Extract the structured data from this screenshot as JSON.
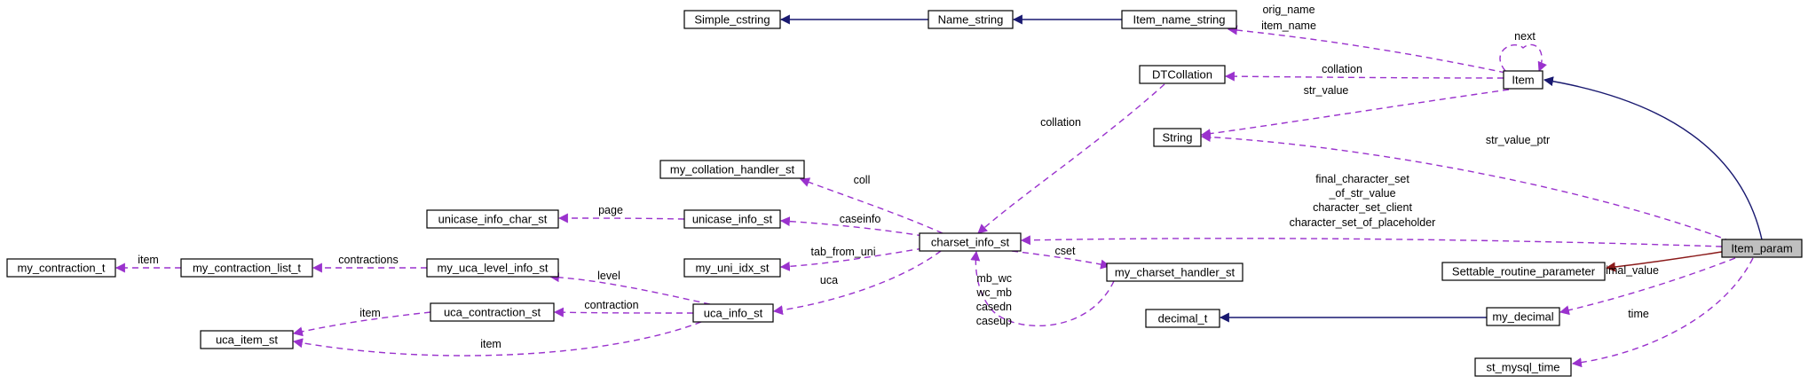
{
  "colors": {
    "usage": "#9a32cd",
    "inherit_public": "#191970",
    "inherit_protected": "#8b1a1a",
    "node_fill": "#ffffff",
    "node_highlight": "#bfbfbf"
  },
  "nodes": [
    {
      "id": "Simple_cstring",
      "label": "Simple_cstring"
    },
    {
      "id": "Name_string",
      "label": "Name_string"
    },
    {
      "id": "Item_name_string",
      "label": "Item_name_string"
    },
    {
      "id": "Item",
      "label": "Item"
    },
    {
      "id": "DTCollation",
      "label": "DTCollation"
    },
    {
      "id": "String",
      "label": "String"
    },
    {
      "id": "my_collation_handler_st",
      "label": "my_collation_handler_st"
    },
    {
      "id": "unicase_info_char_st",
      "label": "unicase_info_char_st"
    },
    {
      "id": "unicase_info_st",
      "label": "unicase_info_st"
    },
    {
      "id": "charset_info_st",
      "label": "charset_info_st"
    },
    {
      "id": "my_contraction_t",
      "label": "my_contraction_t"
    },
    {
      "id": "my_contraction_list_t",
      "label": "my_contraction_list_t"
    },
    {
      "id": "my_uca_level_info_st",
      "label": "my_uca_level_info_st"
    },
    {
      "id": "my_uni_idx_st",
      "label": "my_uni_idx_st"
    },
    {
      "id": "my_charset_handler_st",
      "label": "my_charset_handler_st"
    },
    {
      "id": "uca_contraction_st",
      "label": "uca_contraction_st"
    },
    {
      "id": "uca_info_st",
      "label": "uca_info_st"
    },
    {
      "id": "uca_item_st",
      "label": "uca_item_st"
    },
    {
      "id": "decimal_t",
      "label": "decimal_t"
    },
    {
      "id": "my_decimal",
      "label": "my_decimal"
    },
    {
      "id": "Item_param",
      "label": "Item_param",
      "highlight": true
    },
    {
      "id": "Settable_routine_parameter",
      "label": "Settable_routine_parameter"
    },
    {
      "id": "st_mysql_time",
      "label": "st_mysql_time"
    }
  ],
  "edges": [
    {
      "id": "e_name_simple",
      "from": "Name_string",
      "to": "Simple_cstring",
      "kind": "inherit_public",
      "label": []
    },
    {
      "id": "e_itemname_name",
      "from": "Item_name_string",
      "to": "Name_string",
      "kind": "inherit_public",
      "label": []
    },
    {
      "id": "e_item_itemname",
      "from": "Item",
      "to": "Item_name_string",
      "kind": "usage",
      "label": [
        "orig_name",
        "item_name"
      ]
    },
    {
      "id": "e_item_next",
      "from": "Item",
      "to": "Item",
      "kind": "usage",
      "label": [
        "next"
      ]
    },
    {
      "id": "e_item_dtc",
      "from": "Item",
      "to": "DTCollation",
      "kind": "usage",
      "label": [
        "collation"
      ]
    },
    {
      "id": "e_item_string",
      "from": "Item",
      "to": "String",
      "kind": "usage",
      "label": [
        "str_value"
      ]
    },
    {
      "id": "e_dtc_charset",
      "from": "DTCollation",
      "to": "charset_info_st",
      "kind": "usage",
      "label": [
        "collation"
      ]
    },
    {
      "id": "e_charset_collhandler",
      "from": "charset_info_st",
      "to": "my_collation_handler_st",
      "kind": "usage",
      "label": [
        "coll"
      ]
    },
    {
      "id": "e_charset_unicase",
      "from": "charset_info_st",
      "to": "unicase_info_st",
      "kind": "usage",
      "label": [
        "caseinfo"
      ]
    },
    {
      "id": "e_unicase_char",
      "from": "unicase_info_st",
      "to": "unicase_info_char_st",
      "kind": "usage",
      "label": [
        "page"
      ]
    },
    {
      "id": "e_charset_uniidx",
      "from": "charset_info_st",
      "to": "my_uni_idx_st",
      "kind": "usage",
      "label": [
        "tab_from_uni"
      ]
    },
    {
      "id": "e_charset_uca",
      "from": "charset_info_st",
      "to": "uca_info_st",
      "kind": "usage",
      "label": [
        "uca"
      ]
    },
    {
      "id": "e_charset_handler",
      "from": "charset_info_st",
      "to": "my_charset_handler_st",
      "kind": "usage",
      "label": [
        "cset"
      ]
    },
    {
      "id": "e_handler_charset",
      "from": "my_charset_handler_st",
      "to": "charset_info_st",
      "kind": "usage",
      "label": [
        "mb_wc",
        "wc_mb",
        "casedn",
        "caseup"
      ]
    },
    {
      "id": "e_uca_level",
      "from": "uca_info_st",
      "to": "my_uca_level_info_st",
      "kind": "usage",
      "label": [
        "level"
      ]
    },
    {
      "id": "e_level_list",
      "from": "my_uca_level_info_st",
      "to": "my_contraction_list_t",
      "kind": "usage",
      "label": [
        "contractions"
      ]
    },
    {
      "id": "e_list_contraction",
      "from": "my_contraction_list_t",
      "to": "my_contraction_t",
      "kind": "usage",
      "label": [
        "item"
      ]
    },
    {
      "id": "e_uca_contraction",
      "from": "uca_info_st",
      "to": "uca_contraction_st",
      "kind": "usage",
      "label": [
        "contraction"
      ]
    },
    {
      "id": "e_ucacontr_item",
      "from": "uca_contraction_st",
      "to": "uca_item_st",
      "kind": "usage",
      "label": [
        "item"
      ]
    },
    {
      "id": "e_uca_item",
      "from": "uca_info_st",
      "to": "uca_item_st",
      "kind": "usage",
      "label": [
        "item"
      ]
    },
    {
      "id": "e_param_item",
      "from": "Item_param",
      "to": "Item",
      "kind": "inherit_public",
      "label": []
    },
    {
      "id": "e_param_string",
      "from": "Item_param",
      "to": "String",
      "kind": "usage",
      "label": [
        "str_value_ptr"
      ]
    },
    {
      "id": "e_param_charset",
      "from": "Item_param",
      "to": "charset_info_st",
      "kind": "usage",
      "label": [
        "final_character_set",
        "_of_str_value",
        "character_set_client",
        "character_set_of_placeholder"
      ]
    },
    {
      "id": "e_param_settable",
      "from": "Item_param",
      "to": "Settable_routine_parameter",
      "kind": "inherit_protected",
      "label": []
    },
    {
      "id": "e_param_decimal",
      "from": "Item_param",
      "to": "my_decimal",
      "kind": "usage",
      "label": [
        "decimal_value"
      ]
    },
    {
      "id": "e_mydec_dect",
      "from": "my_decimal",
      "to": "decimal_t",
      "kind": "inherit_public",
      "label": []
    },
    {
      "id": "e_param_time",
      "from": "Item_param",
      "to": "st_mysql_time",
      "kind": "usage",
      "label": [
        "time"
      ]
    }
  ]
}
